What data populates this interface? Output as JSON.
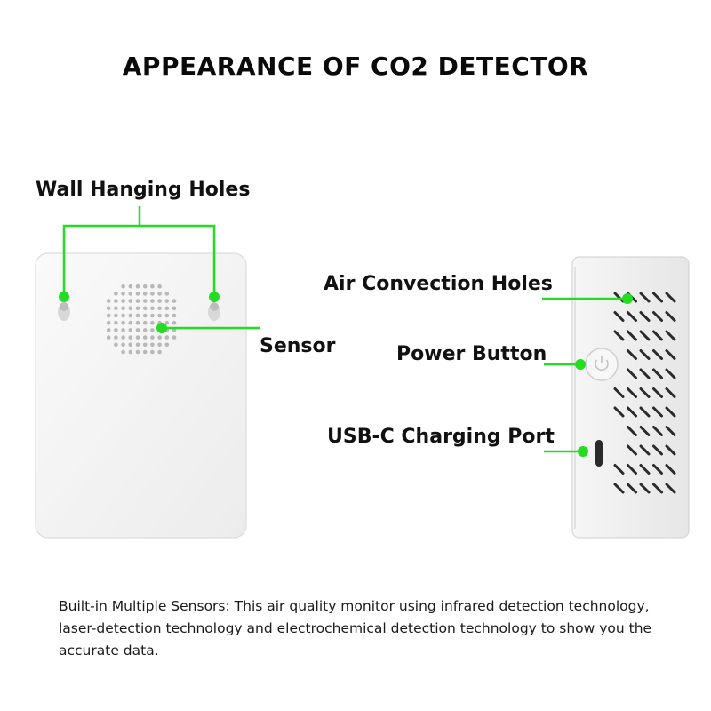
{
  "title": "APPEARANCE OF CO2 DETECTOR",
  "labels": {
    "wall_hanging_holes": "Wall Hanging Holes",
    "sensor": "Sensor",
    "air_convection_holes": "Air Convection Holes",
    "power_button": "Power Button",
    "usb_c_port": "USB-C Charging Port"
  },
  "description": "Built-in Multiple Sensors: This air quality monitor using infrared detection technology, laser-detection technology and electrochemical detection technology to show you the accurate data.",
  "colors": {
    "accent": "#22dd22",
    "device_body": "#f2f2f2",
    "device_edge": "#d6d6d6",
    "text": "#111111"
  }
}
